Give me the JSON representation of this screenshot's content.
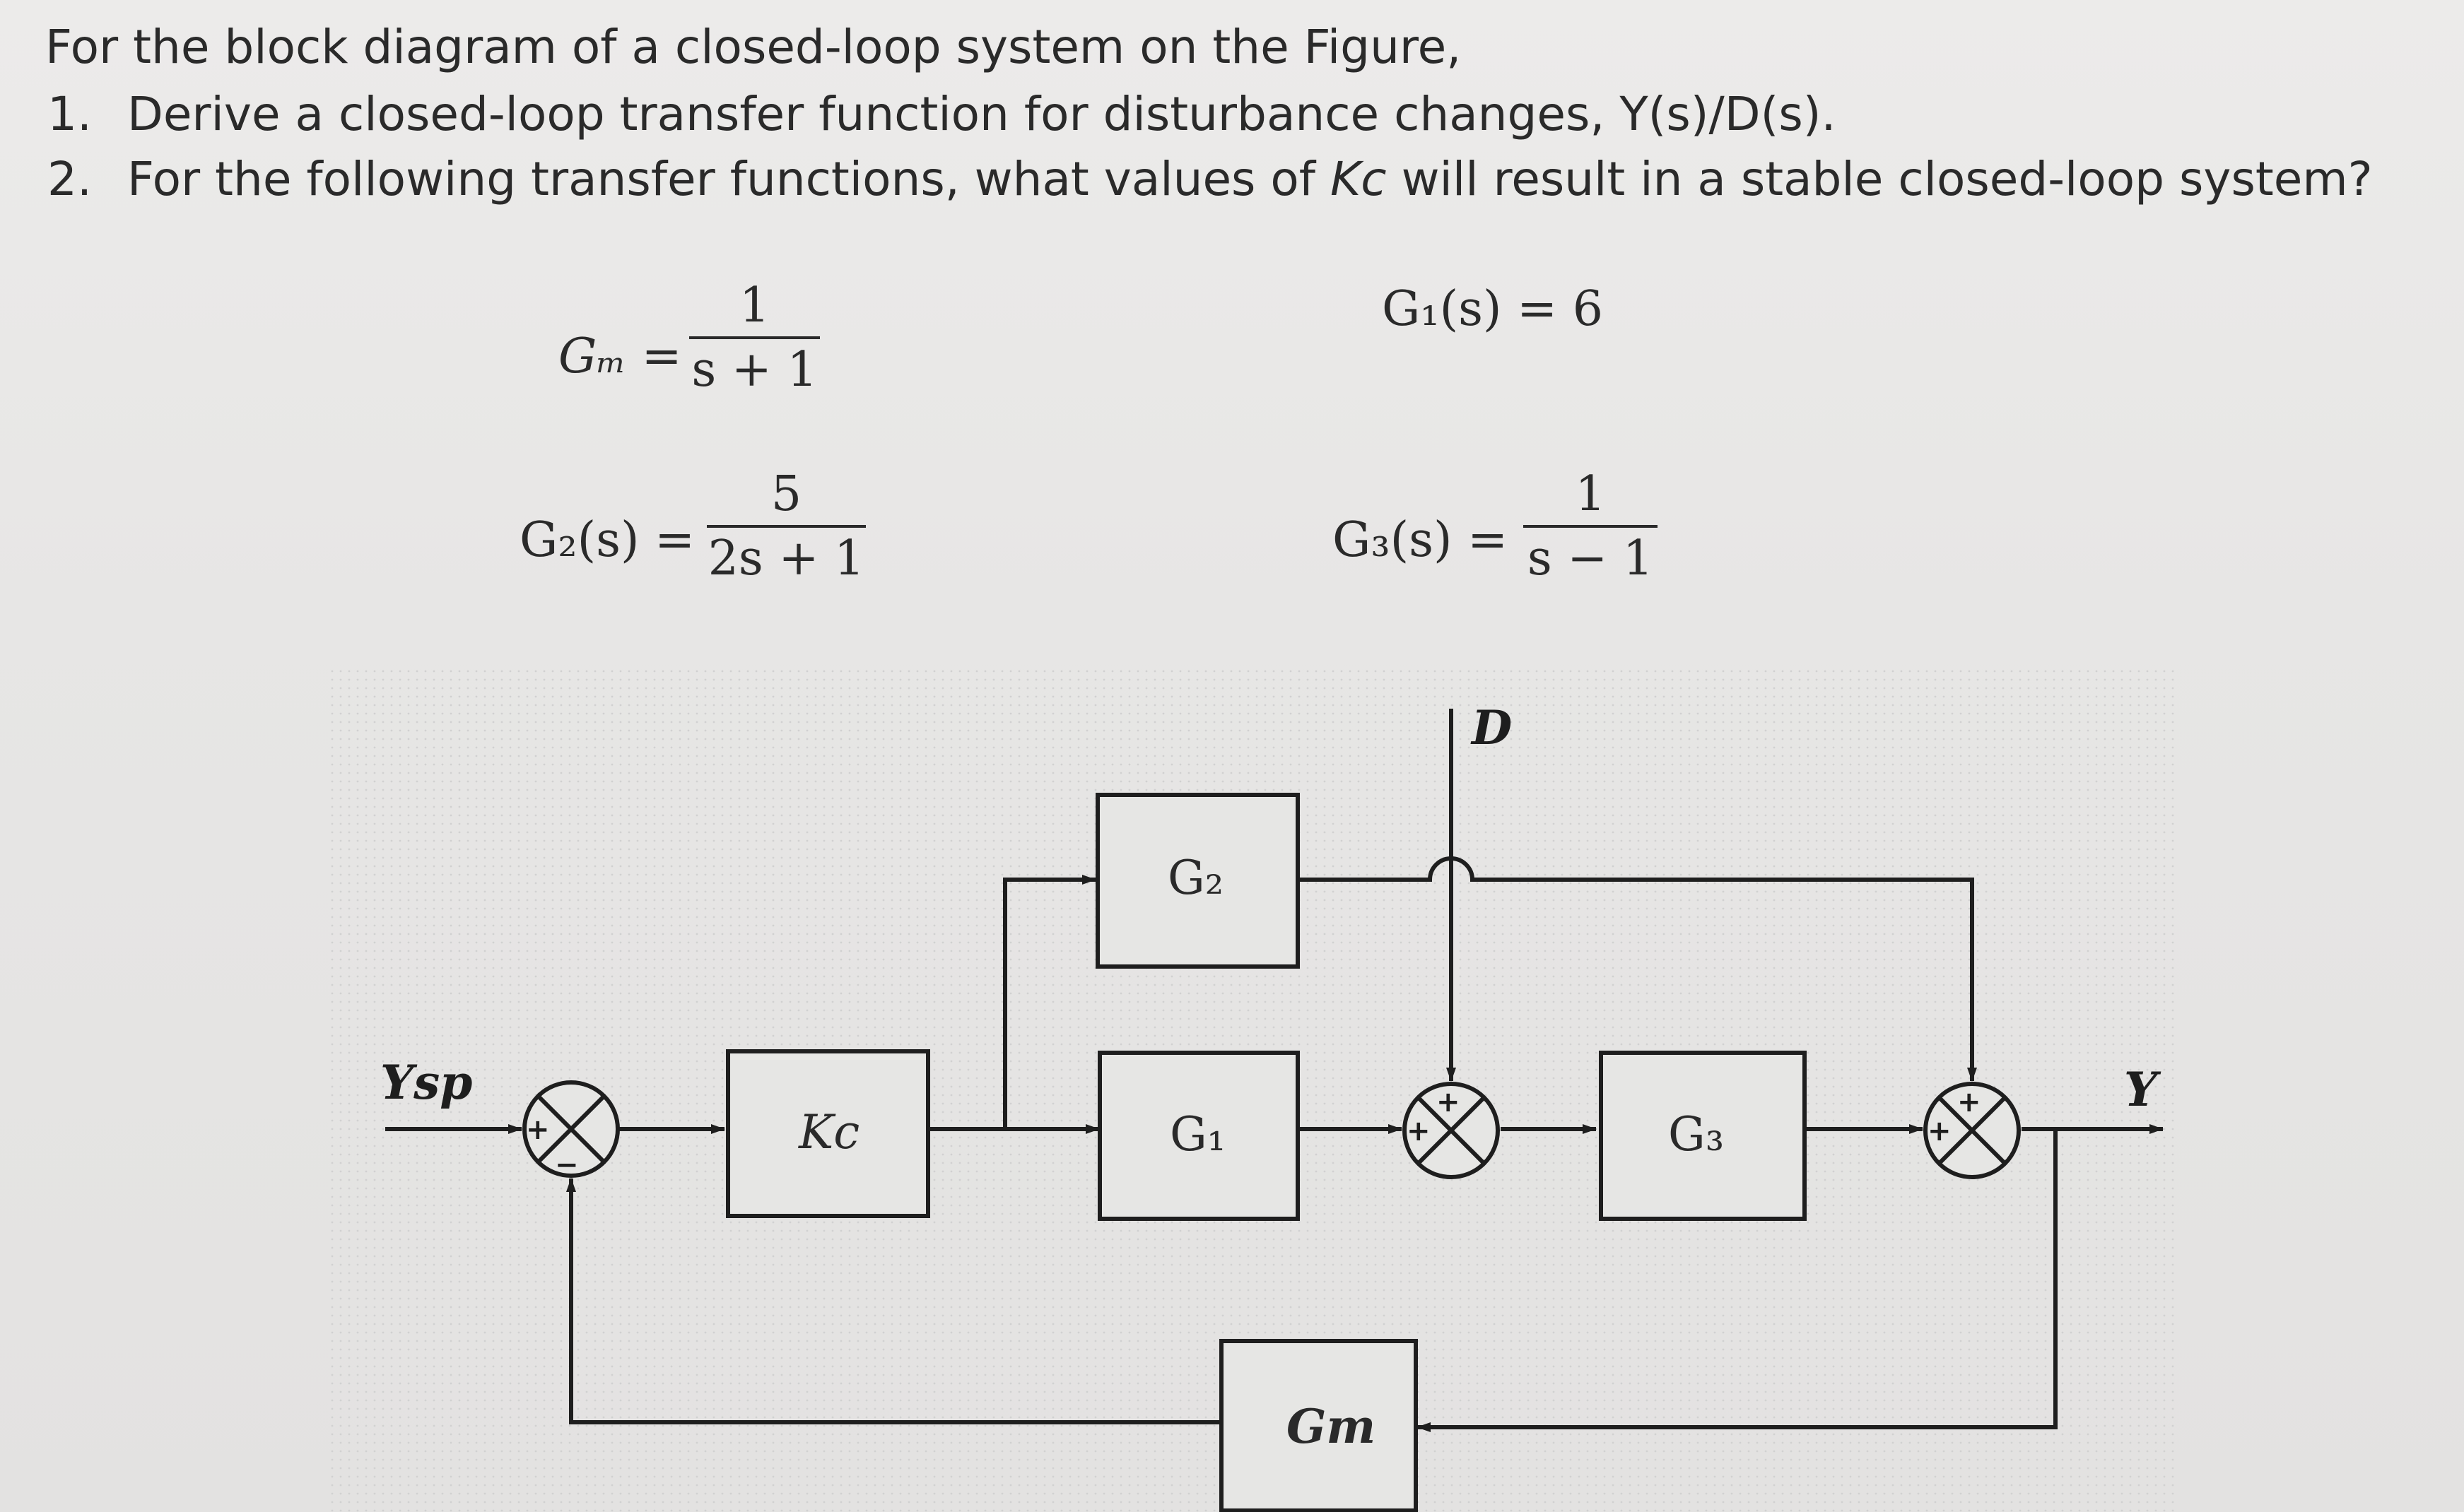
{
  "question": {
    "intro": "For the block diagram of a closed-loop system on the Figure,",
    "items": [
      {
        "num": "1.",
        "text": "Derive a closed-loop transfer function for disturbance changes, Y(s)/D(s)."
      },
      {
        "num": "2.",
        "text_before": "For the following transfer functions, what values of ",
        "kc": "Kc",
        "text_after": " will result in a stable closed-loop system?"
      }
    ]
  },
  "equations": {
    "gm": {
      "lhs": "Gₘ =",
      "num": "1",
      "den": "s + 1"
    },
    "g1": {
      "text": "G₁(s) = 6"
    },
    "g2": {
      "lhs": "G₂(s) =",
      "num": "5",
      "den": "2s + 1"
    },
    "g3": {
      "lhs": "G₃(s) =",
      "num": "1",
      "den": "s − 1"
    }
  },
  "diagram": {
    "input_label": "Ysp",
    "output_label": "Y",
    "disturbance_label": "D",
    "blocks": {
      "kc": "Kc",
      "g1": "G₁",
      "g2": "G₂",
      "g3": "G₃",
      "gm": "Gm"
    },
    "signs": {
      "plus": "+",
      "minus": "−"
    }
  }
}
